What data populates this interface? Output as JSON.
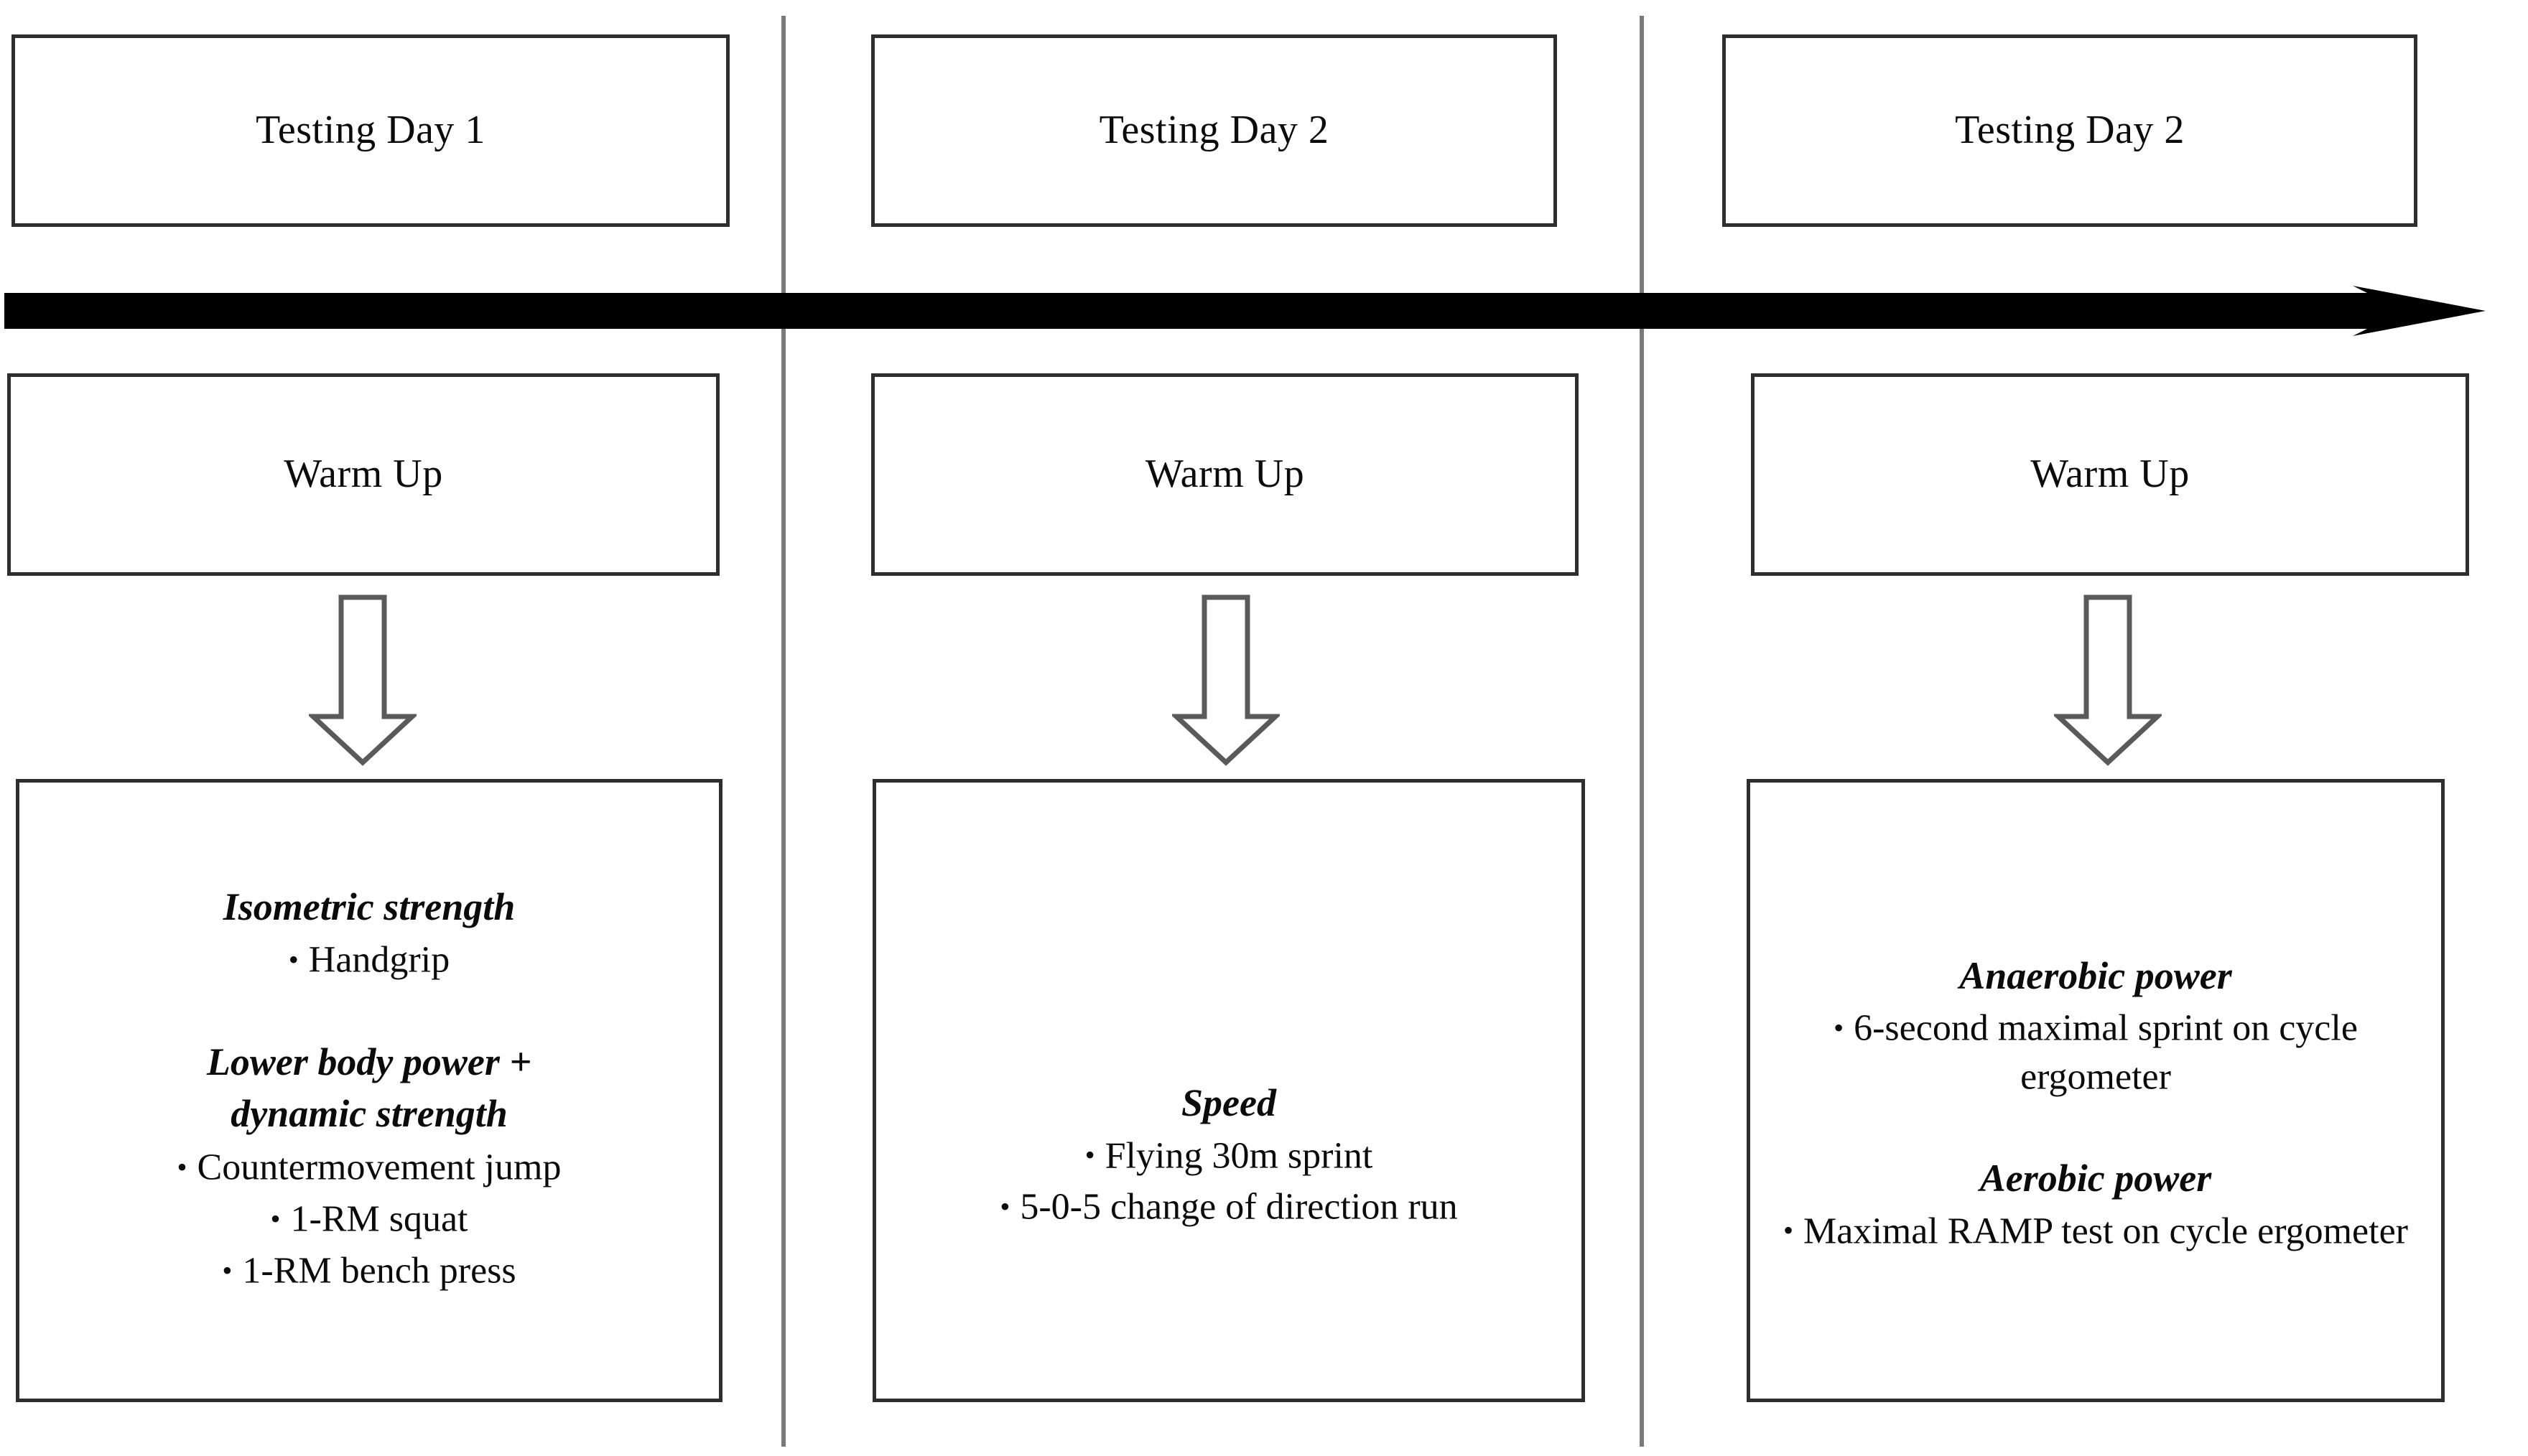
{
  "figure": {
    "title": "Testing protocol timeline",
    "timeline_direction": "left-to-right",
    "columns_count": 3
  },
  "colors": {
    "timeline_arrow": "#000000",
    "box_border": "#2e2e2e",
    "divider": "#7a7a7a",
    "down_arrow_outline": "#5a5a5a",
    "down_arrow_fill": "#ffffff",
    "text": "#0b0b0b",
    "background": "#ffffff"
  },
  "columns": [
    {
      "id": "day-1",
      "header": "Testing  Day 1",
      "warmup": "Warm Up",
      "groups": [
        {
          "heading": "Isometric strength",
          "items": [
            "Handgrip"
          ]
        },
        {
          "heading": "Lower body power +",
          "heading_line2": "dynamic strength",
          "items": [
            "Countermovement  jump",
            "1-RM squat",
            "1-RM bench press"
          ]
        }
      ]
    },
    {
      "id": "day-2-a",
      "header": "Testing  Day 2",
      "warmup": "Warm Up",
      "groups": [
        {
          "heading": "Speed",
          "items": [
            "Flying  30m sprint",
            "5-0-5 change  of direction run"
          ]
        }
      ]
    },
    {
      "id": "day-2-b",
      "header": "Testing  Day 2",
      "warmup": "Warm Up",
      "groups": [
        {
          "heading": "Anaerobic power",
          "items": [
            "6-second maximal  sprint on cycle  ergometer"
          ]
        },
        {
          "heading": "Aerobic power",
          "items": [
            "Maximal  RAMP test on cycle  ergometer"
          ]
        }
      ]
    }
  ],
  "icons": {
    "bullet": "•",
    "timeline_arrow": "right-arrow-icon",
    "flow_arrow": "down-block-arrow-icon"
  }
}
